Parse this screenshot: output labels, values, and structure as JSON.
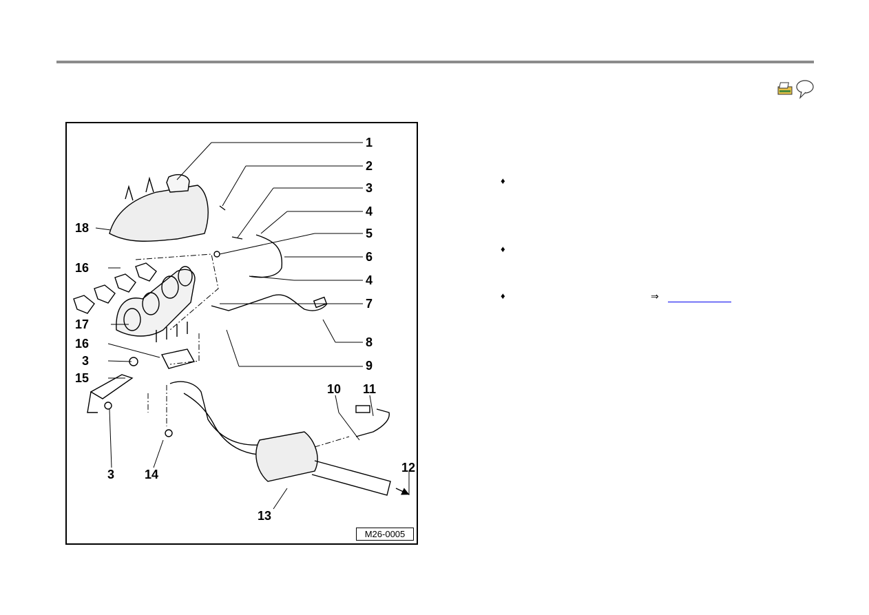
{
  "figure": {
    "code": "M26-0005",
    "callouts": [
      "1",
      "2",
      "3",
      "4",
      "5",
      "6",
      "4",
      "7",
      "8",
      "9",
      "10",
      "11",
      "12",
      "13",
      "14",
      "3",
      "15",
      "3",
      "16",
      "17",
      "16",
      "18"
    ]
  },
  "content": {
    "bullet_glyph": "♦",
    "ref_arrow": "⇒",
    "ref_link_text": ""
  },
  "toolbar": {
    "print_icon": "printer-icon",
    "comment_icon": "speech-bubble-icon"
  }
}
